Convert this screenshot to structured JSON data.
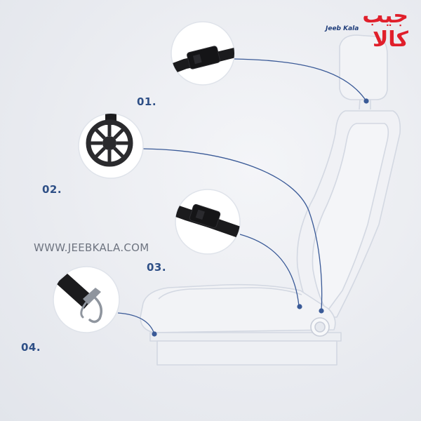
{
  "logo": {
    "text": "جیب کالا",
    "subtitle": "Jeeb Kala",
    "brand_color": "#e01f2b",
    "subtitle_color": "#1f3d7a"
  },
  "watermark": "WWW.JEEBKALA.COM",
  "steps": [
    {
      "number": "01.",
      "part": "buckle-strap-icon"
    },
    {
      "number": "02.",
      "part": "strap-reel-icon"
    },
    {
      "number": "03.",
      "part": "buckle-strap-icon"
    },
    {
      "number": "04.",
      "part": "hook-strap-icon"
    }
  ],
  "colors": {
    "accent": "#2e4f86",
    "line": "#3a5a97",
    "seat_outline": "#d3d8e2",
    "strap": "#1b1b1d"
  }
}
